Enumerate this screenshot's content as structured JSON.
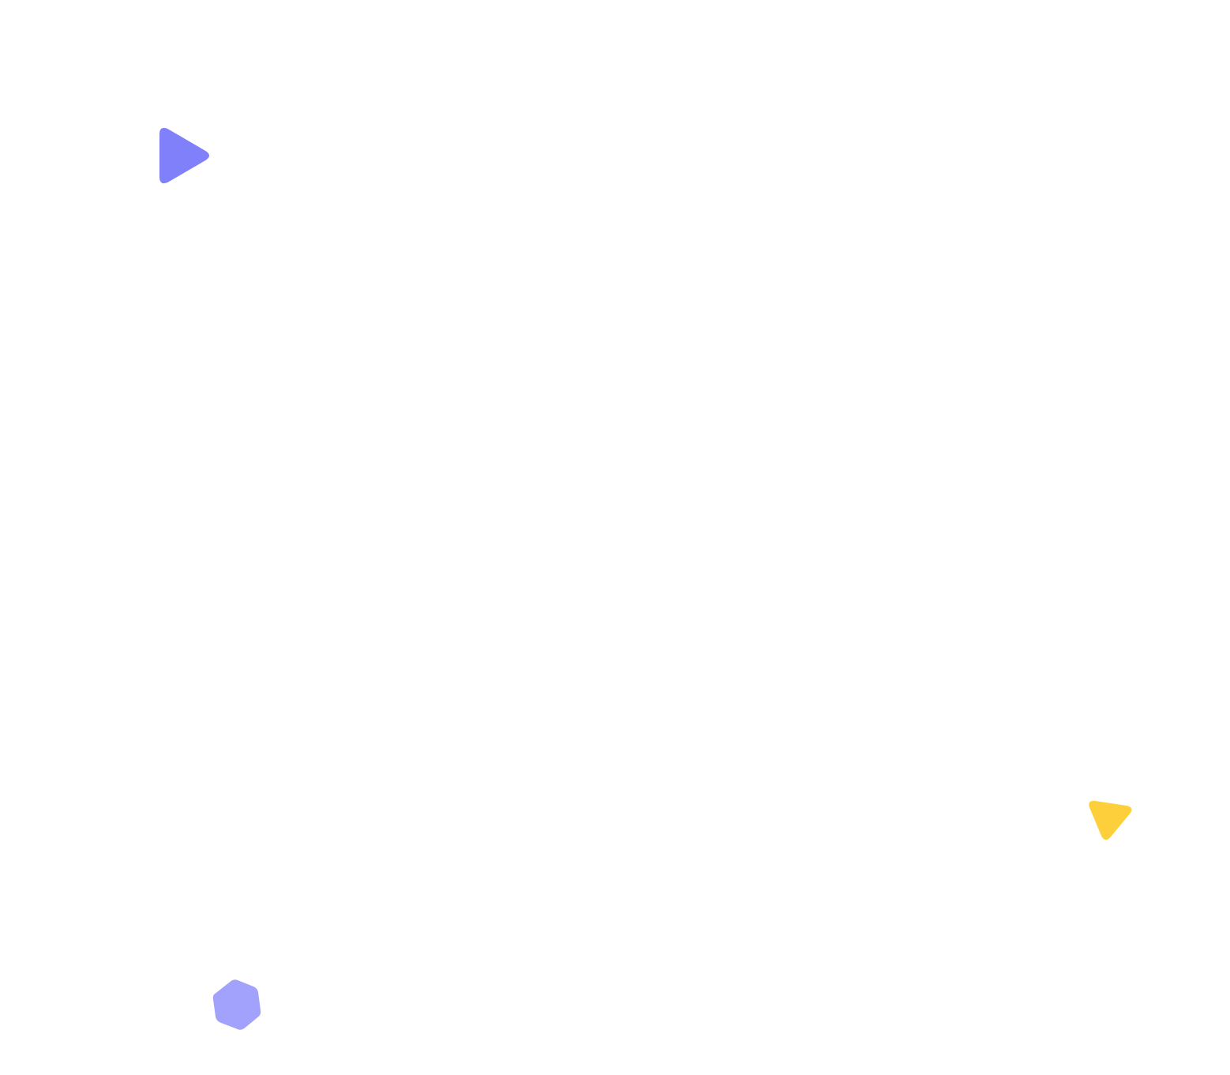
{
  "background_color": "#ffffff",
  "shapes": [
    {
      "name": "triangle-purple",
      "icon": "rounded-triangle-icon",
      "color": "#8180fb"
    },
    {
      "name": "triangle-yellow",
      "icon": "rounded-triangle-icon",
      "color": "#fdd03b"
    },
    {
      "name": "hexagon-lilac",
      "icon": "rounded-hexagon-icon",
      "color": "#a2a1fc"
    }
  ]
}
